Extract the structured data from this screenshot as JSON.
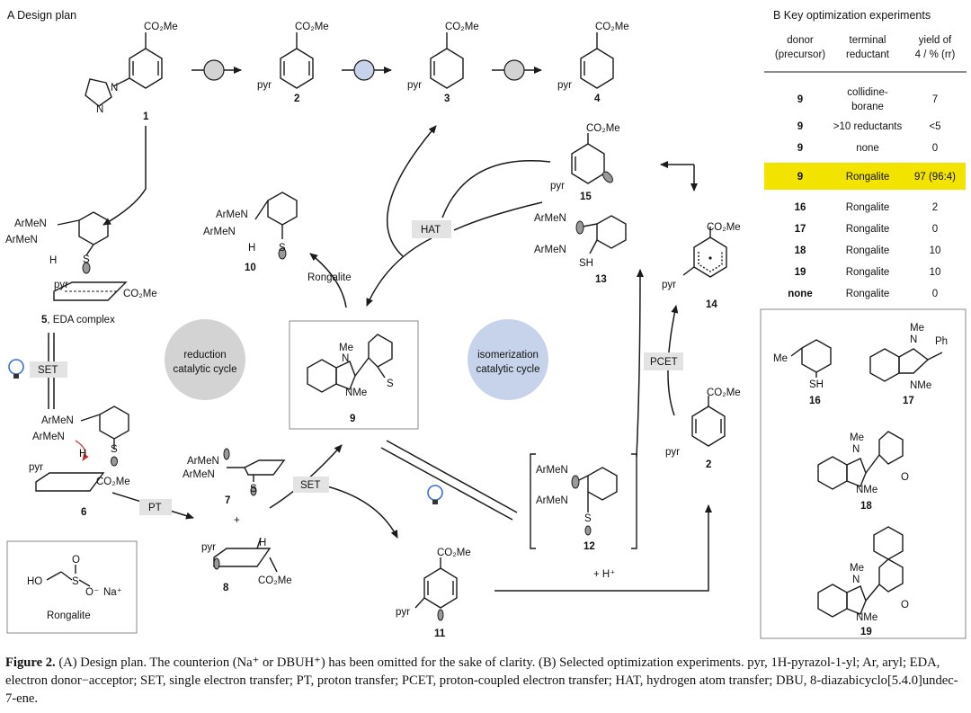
{
  "panel_a": {
    "title": "A Design plan",
    "compounds": {
      "c1": "1",
      "c2": "2",
      "c3": "3",
      "c4": "4",
      "c5": "5",
      "c5_suffix": ", EDA complex",
      "c6": "6",
      "c7": "7",
      "c8": "8",
      "c9": "9",
      "c10": "10",
      "c11": "11",
      "c12": "12",
      "c13": "13",
      "c14": "14",
      "c15": "15",
      "c2b": "2"
    },
    "groups": {
      "co2me": "CO₂Me",
      "pyr": "pyr",
      "armen": "ArMeN",
      "me": "Me",
      "nme": "NMe",
      "n": "N",
      "s": "S",
      "sh": "SH",
      "h": "H",
      "ho": "HO",
      "o": "O",
      "na": "Na⁺",
      "s_minus": "O⁻",
      "plus": "+"
    },
    "steps": {
      "hat": "HAT",
      "set1": "SET",
      "set2": "SET",
      "pt": "PT",
      "pcet": "PCET",
      "rongalite": "Rongalite",
      "plus_h": "+ H⁺"
    },
    "cycles": {
      "reduction": [
        "reduction",
        "catalytic cycle"
      ],
      "isomerization": [
        "isomerization",
        "catalytic cycle"
      ]
    },
    "rongalite_box": "Rongalite"
  },
  "panel_b": {
    "title": "B Key optimization experiments",
    "headers": [
      [
        "donor",
        "(precursor)"
      ],
      [
        "terminal",
        "reductant"
      ],
      [
        "yield of",
        "4 / % (rr)"
      ]
    ],
    "rows": [
      {
        "donor": "9",
        "reductant": [
          "collidine-",
          "borane"
        ],
        "yield": "7",
        "highlight": false
      },
      {
        "donor": "9",
        "reductant": [
          ">10 reductants"
        ],
        "yield": "<5",
        "highlight": false
      },
      {
        "donor": "9",
        "reductant": [
          "none"
        ],
        "yield": "0",
        "highlight": false
      },
      {
        "donor": "9",
        "reductant": [
          "Rongalite"
        ],
        "yield": "97 (96:4)",
        "highlight": true
      },
      {
        "donor": "16",
        "reductant": [
          "Rongalite"
        ],
        "yield": "2",
        "highlight": false
      },
      {
        "donor": "17",
        "reductant": [
          "Rongalite"
        ],
        "yield": "0",
        "highlight": false
      },
      {
        "donor": "18",
        "reductant": [
          "Rongalite"
        ],
        "yield": "10",
        "highlight": false
      },
      {
        "donor": "19",
        "reductant": [
          "Rongalite"
        ],
        "yield": "10",
        "highlight": false
      },
      {
        "donor": "none",
        "reductant": [
          "Rongalite"
        ],
        "yield": "0",
        "highlight": false
      }
    ],
    "structures": {
      "c16": "16",
      "c17": "17",
      "c18": "18",
      "c19": "19",
      "me": "Me",
      "sh": "SH",
      "ph": "Ph",
      "n": "N",
      "nme": "NMe",
      "o": "O"
    },
    "highlight_color": "#f2e400"
  },
  "colors": {
    "reduction_cycle": "#d3d3d3",
    "isomerization_cycle": "#c7d3ea",
    "step_box": "#e3e3e3"
  },
  "caption": {
    "label": "Figure 2.",
    "text": "(A) Design plan. The counterion (Na⁺ or DBUH⁺) has been omitted for the sake of clarity. (B) Selected optimization experiments. pyr, 1H-pyrazol-1-yl; Ar, aryl; EDA, electron donor−acceptor; SET, single electron transfer; PT, proton transfer; PCET, proton-coupled electron transfer; HAT, hydrogen atom transfer; DBU, 8-diazabicyclo[5.4.0]undec-7-ene."
  }
}
